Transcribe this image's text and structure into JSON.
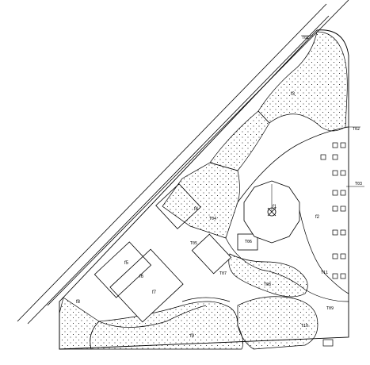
{
  "drawing": {
    "zone_labels": [
      "f1",
      "f2",
      "f3",
      "f4",
      "f5",
      "f6",
      "f7",
      "f8",
      "f9"
    ],
    "small_labels": [
      "T01",
      "T02",
      "T03",
      "T04",
      "T05",
      "T06",
      "T07",
      "T08",
      "T09",
      "T10",
      "T11"
    ],
    "colors": {
      "line": "#000000",
      "background": "#ffffff",
      "hatch_dot": "#000000"
    }
  }
}
